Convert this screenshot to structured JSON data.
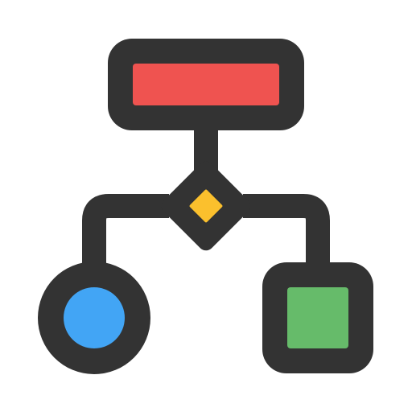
{
  "icon": {
    "name": "flowchart-icon",
    "outline_color": "#333333",
    "shapes": {
      "process_box": {
        "name": "process-box",
        "fill": "#EF5350"
      },
      "decision_diamond": {
        "name": "decision-diamond",
        "fill": "#FBC02D"
      },
      "terminal_circle": {
        "name": "terminal-circle",
        "fill": "#42A5F5"
      },
      "result_square": {
        "name": "result-square",
        "fill": "#66BB6A"
      }
    }
  }
}
